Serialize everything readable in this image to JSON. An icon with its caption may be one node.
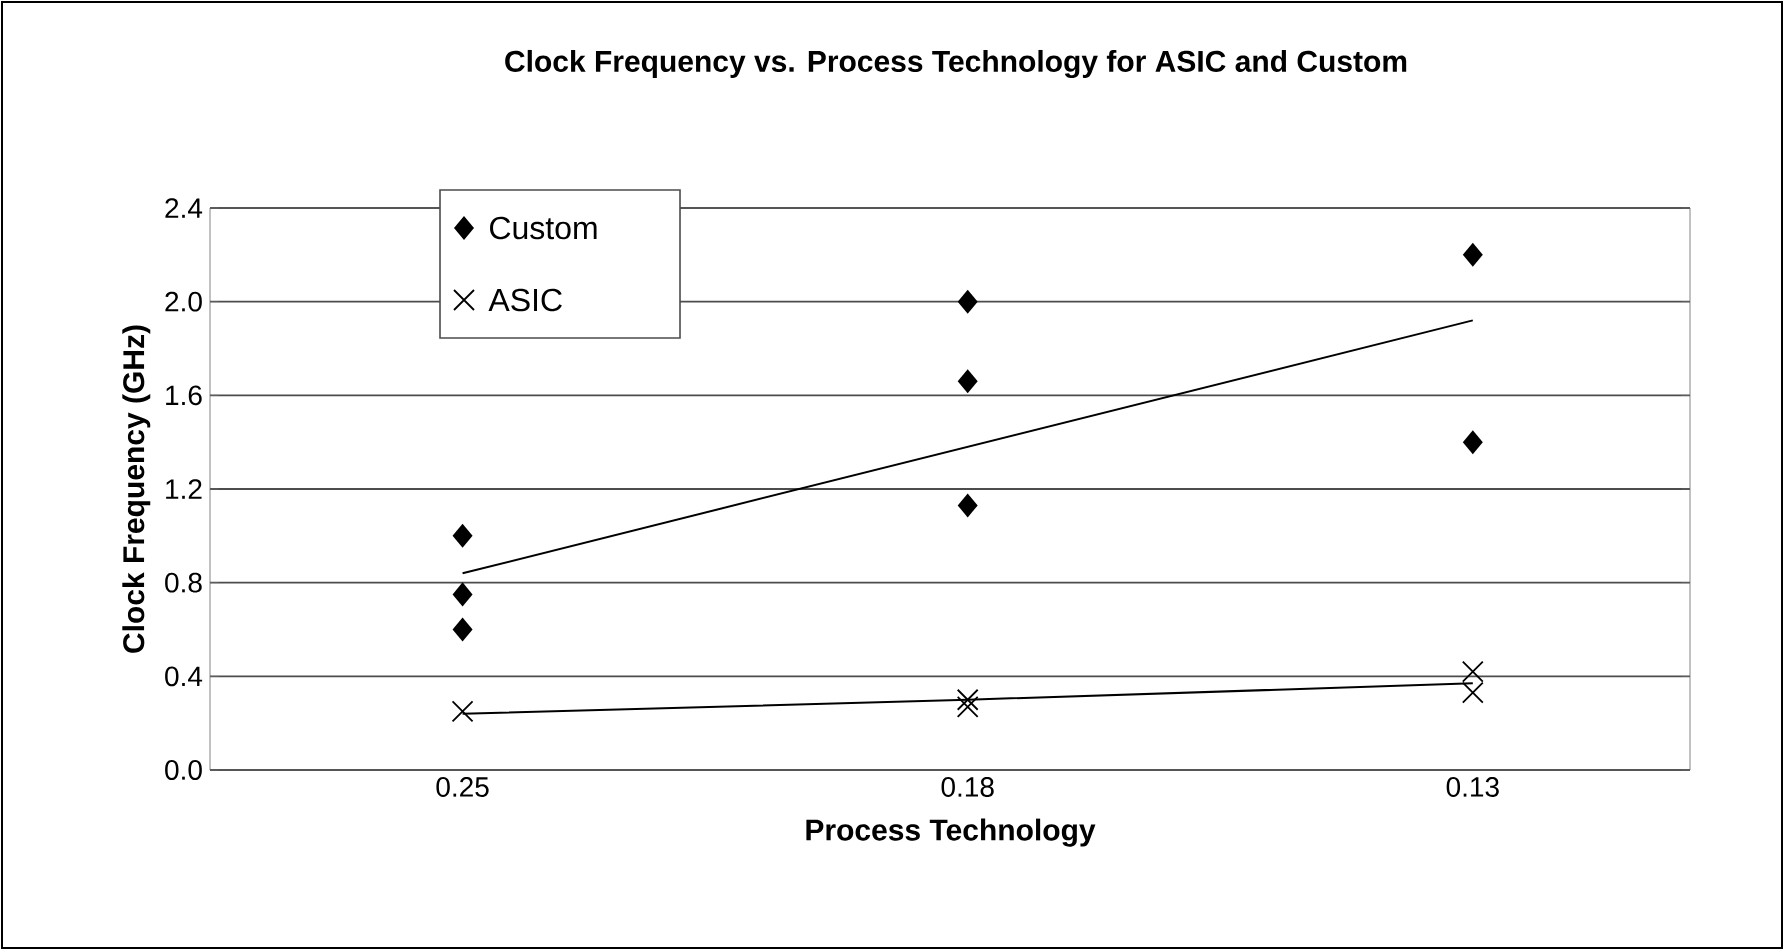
{
  "diagram": {
    "chart_data": {
      "type": "scatter",
      "title": "Clock Frequency vs. Process Technology for ASIC and Custom",
      "xlabel": "Process Technology",
      "ylabel": "Clock Frequency (GHz)",
      "categories": [
        "0.25",
        "0.18",
        "0.13"
      ],
      "ylim": [
        0,
        2.4
      ],
      "grid": "y",
      "legend": "top-left",
      "yticks": [
        {
          "value": 0,
          "label": "0.0"
        },
        {
          "value": 0.4,
          "label": "0.4"
        },
        {
          "value": 0.8,
          "label": "0.8"
        },
        {
          "value": 1.2,
          "label": "1.2"
        },
        {
          "value": 1.6,
          "label": "1.6"
        },
        {
          "value": 2.0,
          "label": "2.0"
        },
        {
          "value": 2.4,
          "label": "2.4"
        }
      ],
      "series": [
        {
          "name": "Custom",
          "color": "#000000",
          "marker": "diamond",
          "values": [
            1.0,
            2.0,
            2.2
          ]
        },
        {
          "color": "#000000",
          "marker": "diamond",
          "values": [
            0.75,
            1.66,
            1.4
          ]
        },
        {
          "color": "#000000",
          "marker": "diamond",
          "values": [
            0.6,
            1.13,
            null
          ]
        },
        {
          "name": "ASIC",
          "color": "#000000",
          "marker": "x",
          "values": [
            0.25,
            0.3,
            0.42
          ]
        },
        {
          "color": "#000000",
          "marker": "x",
          "values": [
            null,
            0.27,
            0.33
          ]
        },
        {
          "type": "line",
          "color": "#000000",
          "marker": "none",
          "values": [
            0.84,
            1.38,
            1.92
          ]
        },
        {
          "type": "line",
          "color": "#000000",
          "marker": "none",
          "values": [
            0.24,
            0.3,
            0.37
          ]
        }
      ]
    }
  }
}
